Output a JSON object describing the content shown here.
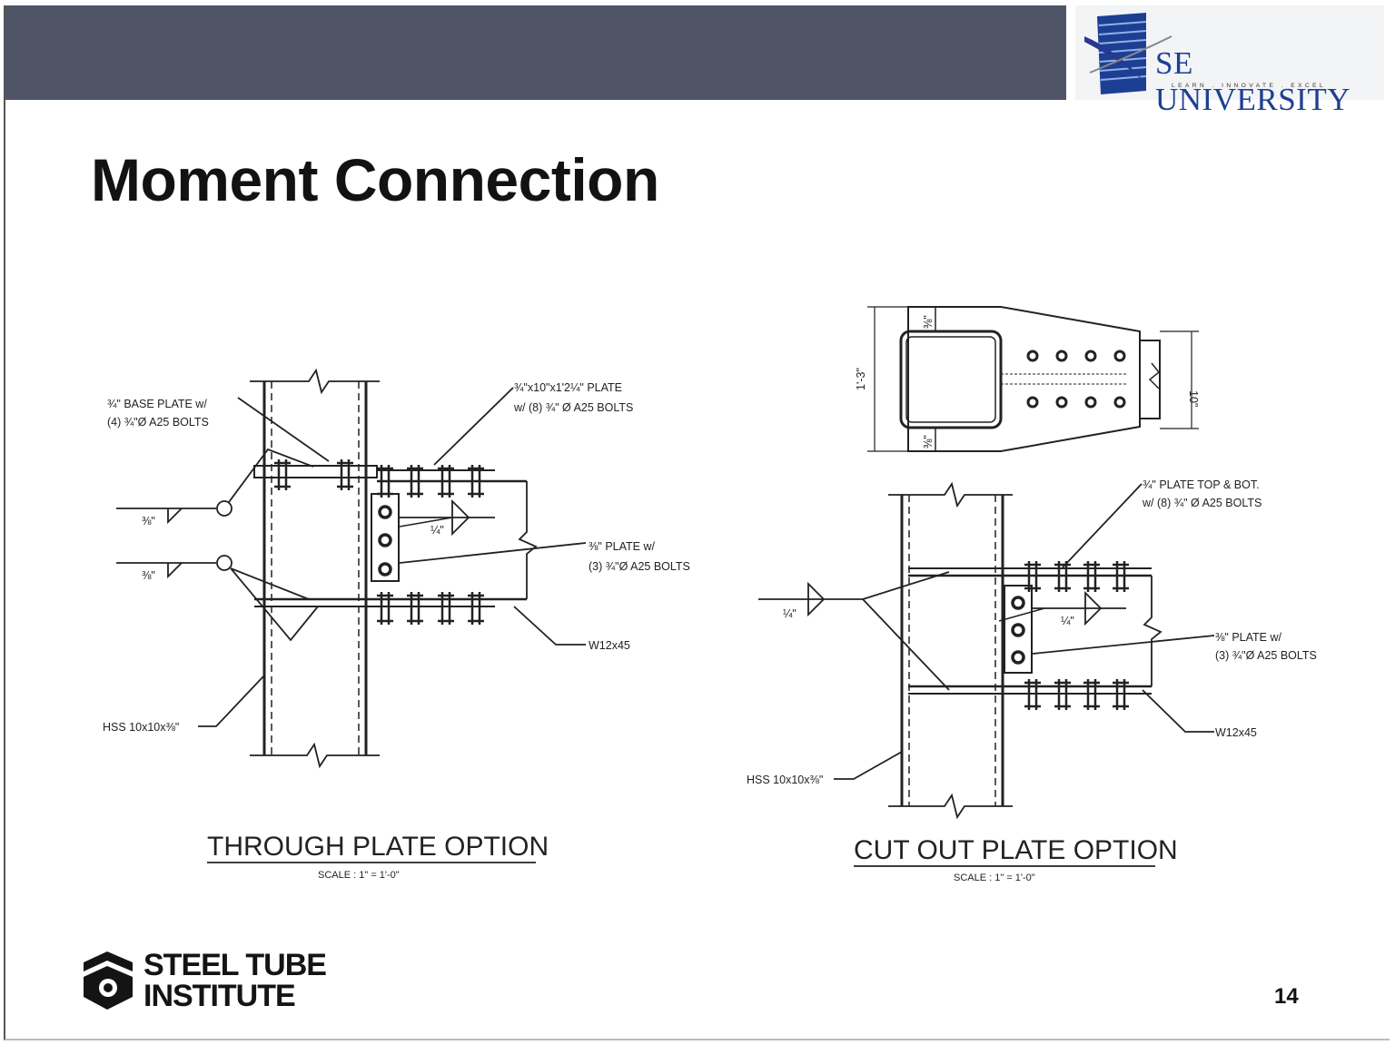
{
  "slide": {
    "title": "Moment Connection",
    "page_number": "14"
  },
  "header": {
    "bar_color": "#4f5566",
    "logo": {
      "name": "SE UNIVERSITY",
      "tagline": "LEARN . INNOVATE . EXCEL",
      "color": "#1d3f93"
    }
  },
  "footer": {
    "logo_line1": "STEEL TUBE",
    "logo_line2": "INSTITUTE"
  },
  "left_detail": {
    "caption": "THROUGH PLATE OPTION",
    "scale": "SCALE : 1\" = 1'-0\"",
    "labels": {
      "base_plate_1": "¾\" BASE PLATE w/",
      "base_plate_2": "(4) ¾\"Ø A25 BOLTS",
      "plate_1": "¾\"x10\"x1'2¼\" PLATE",
      "plate_2": "w/ (8) ¾\" Ø A25 BOLTS",
      "weld_top": "⅜\"",
      "weld_bot": "⅜\"",
      "weld_mid": "¼\"",
      "shear_plate_1": "⅜\" PLATE w/",
      "shear_plate_2": "(3) ¾\"Ø A25 BOLTS",
      "beam": "W12x45",
      "column": "HSS 10x10x⅜\""
    }
  },
  "right_detail": {
    "caption": "CUT OUT PLATE OPTION",
    "scale": "SCALE : 1\" = 1'-0\"",
    "labels": {
      "dim_width": "1'-3\"",
      "dim_flange": "10\"",
      "dim_top": "⅜\"",
      "dim_bot": "⅜\"",
      "plate_1": "¾\" PLATE TOP & BOT.",
      "plate_2": "w/ (8) ¾\" Ø A25 BOLTS",
      "weld_left": "¼\"",
      "weld_mid": "¼\"",
      "shear_plate_1": "⅜\" PLATE w/",
      "shear_plate_2": "(3) ¾\"Ø A25 BOLTS",
      "beam": "W12x45",
      "column": "HSS 10x10x⅜\""
    }
  }
}
